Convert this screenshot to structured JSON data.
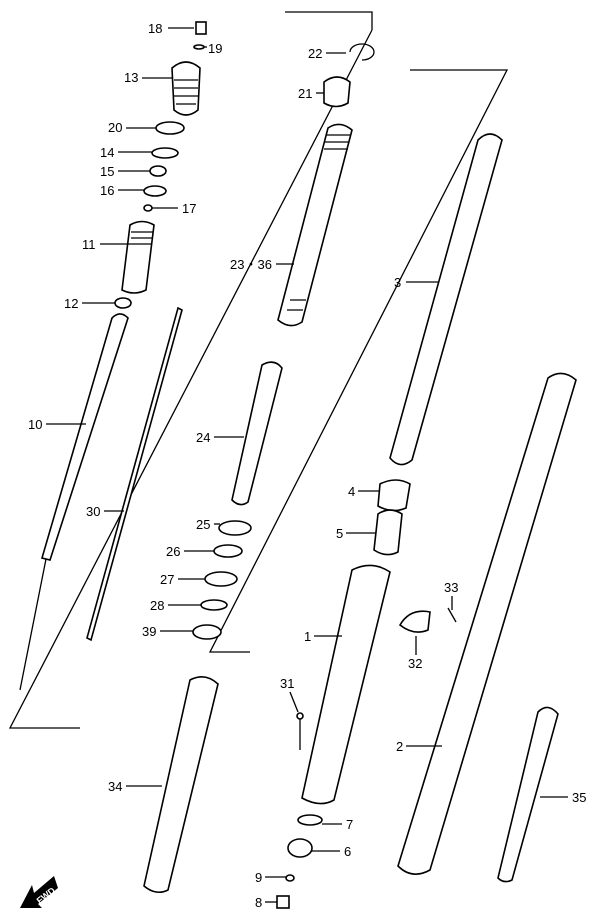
{
  "labels": {
    "p18": "18",
    "p19": "19",
    "p13": "13",
    "p20": "20",
    "p14": "14",
    "p15": "15",
    "p16": "16",
    "p17": "17",
    "p11": "11",
    "p12": "12",
    "p10": "10",
    "p30": "30",
    "p22": "22",
    "p21": "21",
    "p23": "23・36",
    "p3": "3",
    "p24": "24",
    "p25": "25",
    "p26": "26",
    "p27": "27",
    "p28": "28",
    "p39": "39",
    "p4": "4",
    "p5": "5",
    "p33": "33",
    "p32": "32",
    "p1": "1",
    "p31": "31",
    "p34": "34",
    "p2": "2",
    "p35": "35",
    "p7": "7",
    "p6": "6",
    "p9": "9",
    "p8": "8"
  },
  "fwd_label": "FWD"
}
